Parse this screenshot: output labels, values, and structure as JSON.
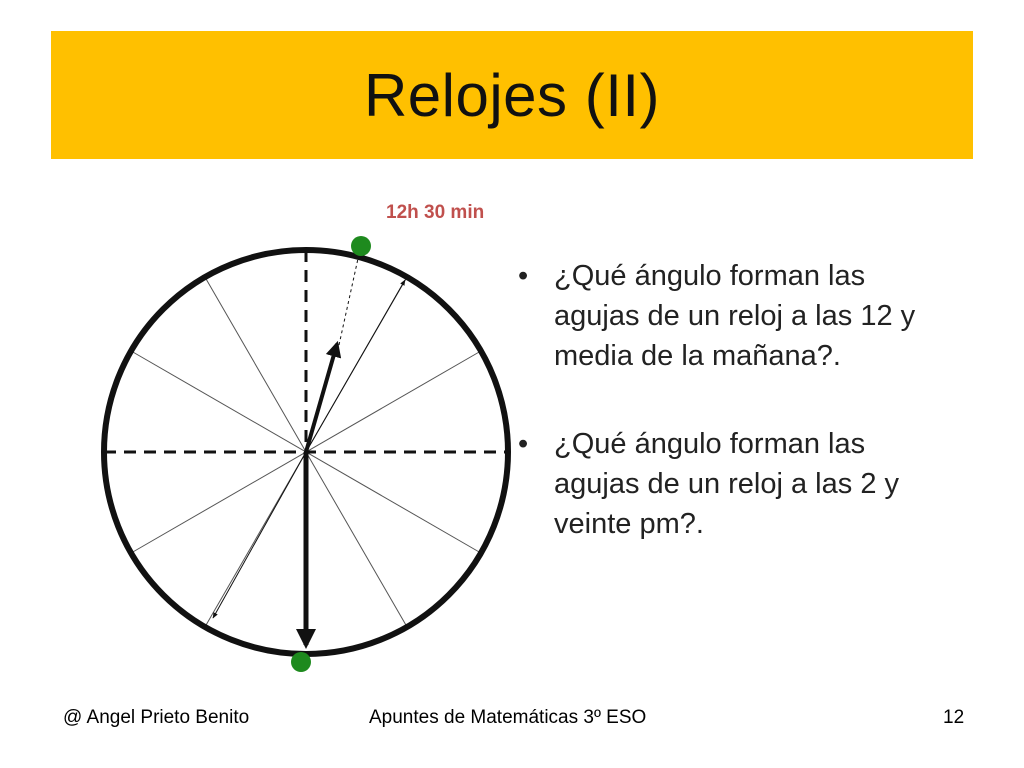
{
  "slide": {
    "title": "Relojes (II)",
    "accent_color": "#ffc000"
  },
  "clock": {
    "time_label": "12h 30 min",
    "label_color": "#c0504d",
    "marker_color": "#1e8a1e",
    "hour_hand_time": "12:30",
    "minute_hand_minutes": 30
  },
  "questions": [
    {
      "bullet": "•",
      "text": "¿Qué ángulo forman las agujas de un reloj a las 12 y media de la mañana?."
    },
    {
      "bullet": "•",
      "text": "¿Qué ángulo forman las agujas de un reloj a las 2 y veinte pm?."
    }
  ],
  "footer": {
    "author": "@ Angel Prieto Benito",
    "course": "Apuntes de Matemáticas 3º ESO",
    "page_number": "12"
  }
}
